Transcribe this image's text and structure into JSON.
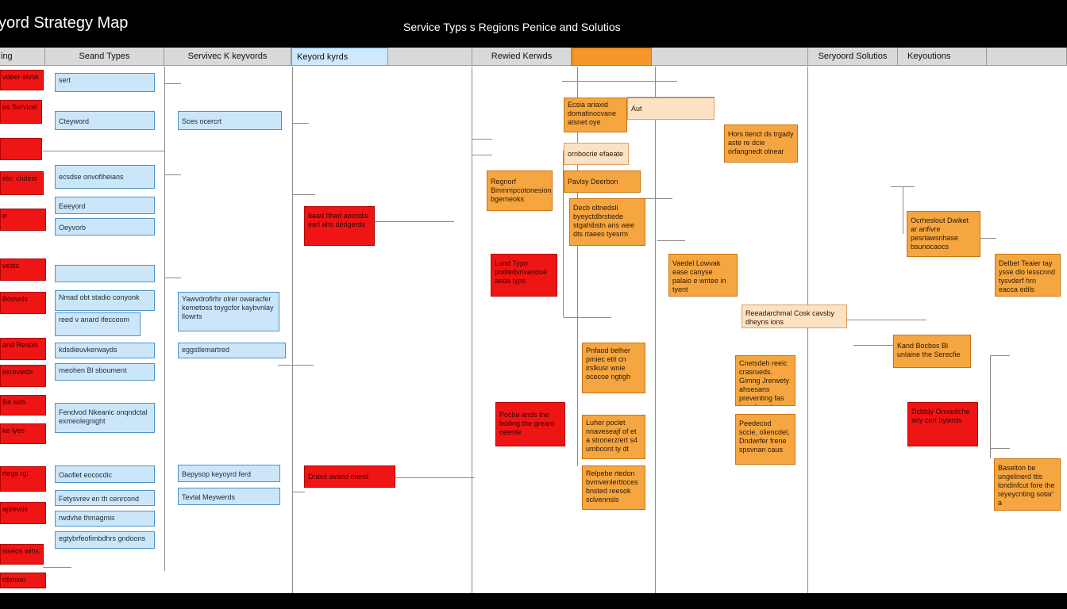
{
  "header": {
    "title": "yord Strategy Map",
    "subtitle": "Service Typs s Regions    Penice and Solutios"
  },
  "columns": [
    {
      "label": "ing",
      "style": "plain"
    },
    {
      "label": "Seand Types",
      "style": "plain"
    },
    {
      "label": "Servivec K keyvords",
      "style": "plain"
    },
    {
      "label": "Keyord kyrds",
      "style": "blue"
    },
    {
      "label": "",
      "style": "plain"
    },
    {
      "label": "Rewied Kerwds",
      "style": "plain"
    },
    {
      "label": "",
      "style": "orange"
    },
    {
      "label": "",
      "style": "plain"
    },
    {
      "label": "Seryoord Solutios",
      "style": "plain"
    },
    {
      "label": "Keyoutions",
      "style": "plain"
    },
    {
      "label": "",
      "style": "plain"
    }
  ],
  "nodes": [
    {
      "text": "vdeer-stvsk",
      "color": "red"
    },
    {
      "text": "es Servicel",
      "color": "red"
    },
    {
      "text": "",
      "color": "red"
    },
    {
      "text": "elo; chdesr",
      "color": "red"
    },
    {
      "text": "e",
      "color": "red"
    },
    {
      "text": "vests",
      "color": "red"
    },
    {
      "text": "Boowds",
      "color": "red"
    },
    {
      "text": "and Resbis",
      "color": "red"
    },
    {
      "text": "esrevieds",
      "color": "red"
    },
    {
      "text": "Ba sids",
      "color": "red"
    },
    {
      "text": "ke lyes",
      "color": "red"
    },
    {
      "text": "rtegs rgi",
      "color": "red"
    },
    {
      "text": "aprevds",
      "color": "red"
    },
    {
      "text": "siveos wihs",
      "color": "red"
    },
    {
      "text": "rdsnion",
      "color": "red"
    },
    {
      "text": "sert",
      "color": "blue"
    },
    {
      "text": "Cteyword",
      "color": "blue"
    },
    {
      "text": "ecsdse onvofiheians",
      "color": "blue"
    },
    {
      "text": "Eeeyord",
      "color": "blue"
    },
    {
      "text": "Oeyvorb",
      "color": "blue"
    },
    {
      "text": "",
      "color": "blue"
    },
    {
      "text": "Nmad obt stadio conyonk",
      "color": "blue"
    },
    {
      "text": "reed v anard ifeccoom",
      "color": "blue"
    },
    {
      "text": "kdsdieuvkerwayds",
      "color": "blue"
    },
    {
      "text": "rneohen Bl sboument",
      "color": "blue"
    },
    {
      "text": "Fendvod Nkeanic onqndctal exmeolegnight",
      "color": "blue"
    },
    {
      "text": "Oaofiet eococdic",
      "color": "blue"
    },
    {
      "text": "Fetysvrev en th cenrcond",
      "color": "blue"
    },
    {
      "text": "rwdvhe thmagmis",
      "color": "blue"
    },
    {
      "text": "egtybrfeofimbdhrs gndoons",
      "color": "blue"
    },
    {
      "text": "Sces ocercrt",
      "color": "blue"
    },
    {
      "text": "Yawvdrofirhr olrer owaracfer kemetoss toygcfor kaybvnlay llowrts",
      "color": "blue"
    },
    {
      "text": "eggstlemartred",
      "color": "blue"
    },
    {
      "text": "Bepysop keyoyrd ferd",
      "color": "blue"
    },
    {
      "text": "Tevtal Meywerds",
      "color": "blue"
    },
    {
      "text": "baad Ithad aecodis earl ahs dedgerds",
      "color": "red"
    },
    {
      "text": "Dravd avand mend",
      "color": "red"
    },
    {
      "text": "Regnorf Binmmpcotonesion bgerneoks",
      "color": "orange"
    },
    {
      "text": "Lund Typo pndiedvnvanoue aeda typs",
      "color": "red"
    },
    {
      "text": "Pocbe ands the boiling the grearo oeente",
      "color": "red"
    },
    {
      "text": "Ecsia ariaxid domatinocvane atsnet oye",
      "color": "orange"
    },
    {
      "text": "Aut",
      "color": "peach"
    },
    {
      "text": "ornbocrie efaeate",
      "color": "peach"
    },
    {
      "text": "Pavlsy Deerbon",
      "color": "orange"
    },
    {
      "text": "Decb oltnedsli byeyctdbrstiede stgahibstn ans wee dts rtaees tyesrm",
      "color": "orange"
    },
    {
      "text": "Pnfaod belher pmiec etit cn irslkusr wnie ocecoe ngtigh",
      "color": "orange"
    },
    {
      "text": "Luher poclet nnaveseajf of et a stronerz/ert s4 umbcont ty dt",
      "color": "orange"
    },
    {
      "text": "Relpebe rtedon bvmvenlerttoces bnsted reesok sclvennsls",
      "color": "orange"
    },
    {
      "text": "Hors tienct ds trgady aste re dcie orfangnedt olnear",
      "color": "orange"
    },
    {
      "text": "Vaedel Lowvak ease canyse palaio e writee in tyent",
      "color": "orange"
    },
    {
      "text": "Reeadarchmal Cosk cavsby dheyns ions",
      "color": "peach"
    },
    {
      "text": "Cnetsdeh reeic crasrueds. Gimng Jrerwety ahsesans preventing fas te oaloorsty",
      "color": "orange"
    },
    {
      "text": "Peedecod sccie, oliencdel, Dndwrfer frene spsvnan caus",
      "color": "orange"
    },
    {
      "text": "Ocrheslout Dwiket ar anfivre pesrlawsnhase bsunocaocs",
      "color": "orange"
    },
    {
      "text": "Kand Bocbos Bl unlaine the Serecfie",
      "color": "orange"
    },
    {
      "text": "Dcbtdy Onvadiche any cert bywrds",
      "color": "red"
    },
    {
      "text": "Delbet Teaier tay ysse dlo lesscnnd tysvderf hrn eacca edils",
      "color": "orange"
    },
    {
      "text": "Baselton be ungelinerd ttis londinfcut fore the reyeycnting sotar' a",
      "color": "orange"
    }
  ]
}
